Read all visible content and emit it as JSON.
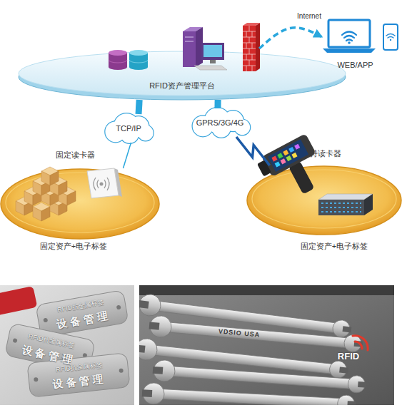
{
  "diagram": {
    "nodes": [
      {
        "text": [
          "RFID资产管理平台"
        ]
      },
      {
        "text": [
          "WEB/APP"
        ]
      },
      {
        "text": [
          "TCP/IP"
        ]
      },
      {
        "text": [
          "GPRS/3G/4G"
        ]
      },
      {
        "text": [
          "固定读卡器",
          "固定资产+电子标签"
        ]
      },
      {
        "text": [
          "手持读卡器",
          "固定资产+电子标签"
        ]
      }
    ],
    "edges": [
      {
        "from": 0,
        "to": 1,
        "label": "Internet",
        "arrow": "to"
      },
      {
        "from": 0,
        "to": 2,
        "arrow": "none"
      },
      {
        "from": 2,
        "to": 4,
        "arrow": "none"
      },
      {
        "from": 0,
        "to": 3,
        "arrow": "none"
      },
      {
        "from": 3,
        "to": 5,
        "arrow": "none"
      }
    ],
    "labels": [
      "RFID抗金属标签",
      "设备管理",
      "RFID抗金属标签",
      "设备管理",
      "RFID抗金属标签",
      "设备管理",
      "VDSIO USA",
      "RFID"
    ]
  }
}
